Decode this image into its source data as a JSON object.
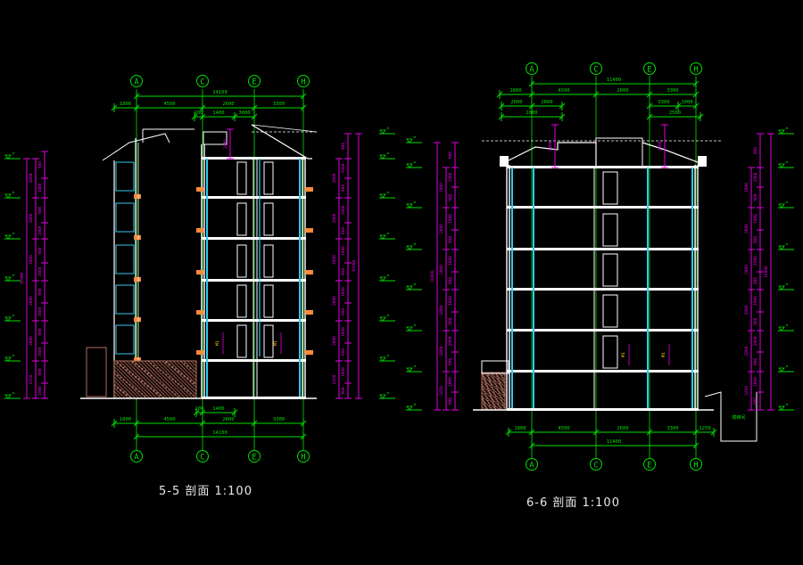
{
  "colors": {
    "background": "#000000",
    "wall": "#ffffff",
    "glass": "#33c8ee",
    "dimension": "#00e000",
    "elevation": "#e000e0",
    "door_label": "#ffd000",
    "hatch": "#b07060",
    "grid_bubble": "#00e000",
    "orange_rail": "#ff8a3a"
  },
  "sections": [
    {
      "id": "5-5",
      "title": "5-5 剖面   1:100",
      "axes": [
        "A",
        "C",
        "E",
        "H"
      ],
      "top_total": "14100",
      "top_spans": [
        "4500",
        "2600",
        "3300"
      ],
      "bottom_total": "14100",
      "bottom_spans": [
        "4500",
        "2600",
        "3300"
      ],
      "small_dims": [
        "1800",
        "200",
        "1400",
        "3000"
      ]
    },
    {
      "id": "6-6",
      "title": "6-6 剖面   1:100",
      "axes": [
        "A",
        "C",
        "E",
        "H"
      ],
      "top_total": "11400",
      "top_spans": [
        "4500",
        "2600",
        "3300"
      ],
      "bottom_total": "11400",
      "bottom_spans": [
        "4500",
        "2600",
        "3300",
        "1250"
      ],
      "small_dims": [
        "1800",
        "2000",
        "2600",
        "3300",
        "2500",
        "1000"
      ],
      "annotation": "楼梯间"
    }
  ]
}
